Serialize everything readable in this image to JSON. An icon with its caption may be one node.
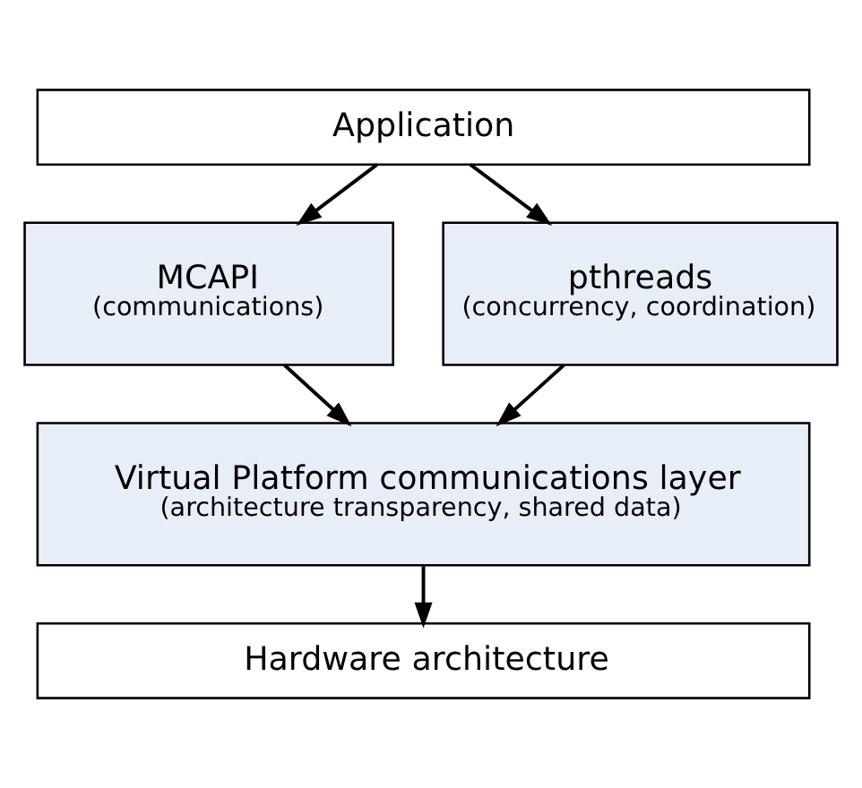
{
  "diagram": {
    "nodes": [
      {
        "text": [
          "Application"
        ]
      },
      {
        "text": [
          "MCAPI",
          "(communications)"
        ]
      },
      {
        "text": [
          "pthreads",
          "(concurrency, coordination)"
        ]
      },
      {
        "text": [
          "Virtual Platform communications layer",
          "(architecture transparency, shared data)"
        ]
      },
      {
        "text": [
          "Hardware architecture"
        ]
      }
    ],
    "edges": [
      {
        "from": 0,
        "to": 1,
        "arrow": "to"
      },
      {
        "from": 0,
        "to": 2,
        "arrow": "to"
      },
      {
        "from": 1,
        "to": 3,
        "arrow": "to"
      },
      {
        "from": 2,
        "to": 3,
        "arrow": "to"
      },
      {
        "from": 3,
        "to": 4,
        "arrow": "to"
      }
    ]
  }
}
